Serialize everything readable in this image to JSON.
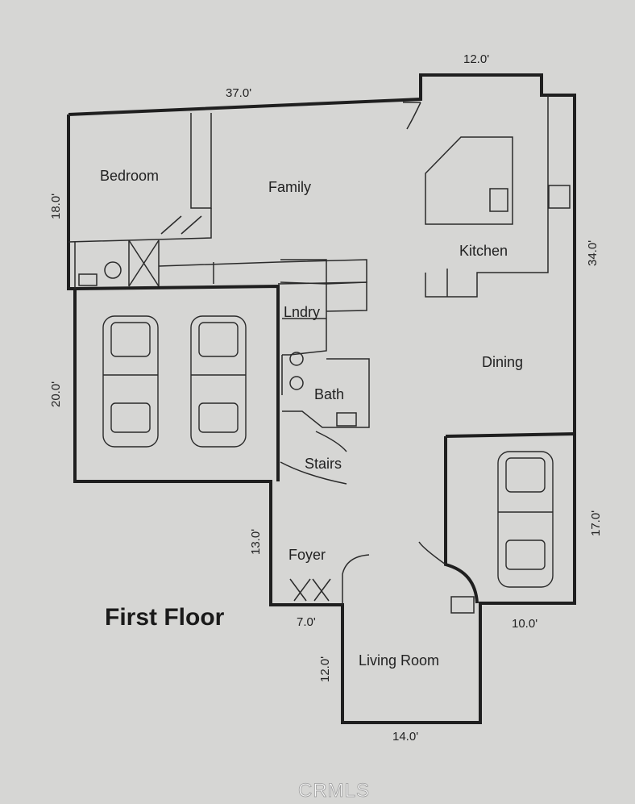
{
  "plan": {
    "title": "First Floor",
    "rooms": {
      "bedroom": "Bedroom",
      "family": "Family",
      "kitchen": "Kitchen",
      "laundry": "Lndry",
      "dining": "Dining",
      "bath": "Bath",
      "stairs": "Stairs",
      "foyer": "Foyer",
      "living_room": "Living Room"
    },
    "dimensions": {
      "top_width": "37.0'",
      "bump_width": "12.0'",
      "bedroom_depth": "18.0'",
      "right_depth": "34.0'",
      "garage_depth": "20.0'",
      "foyer_depth": "13.0'",
      "foyer_width": "7.0'",
      "single_garage_depth": "17.0'",
      "single_garage_width": "10.0'",
      "living_depth": "12.0'",
      "living_width": "14.0'"
    }
  },
  "watermark": "CRMLS"
}
